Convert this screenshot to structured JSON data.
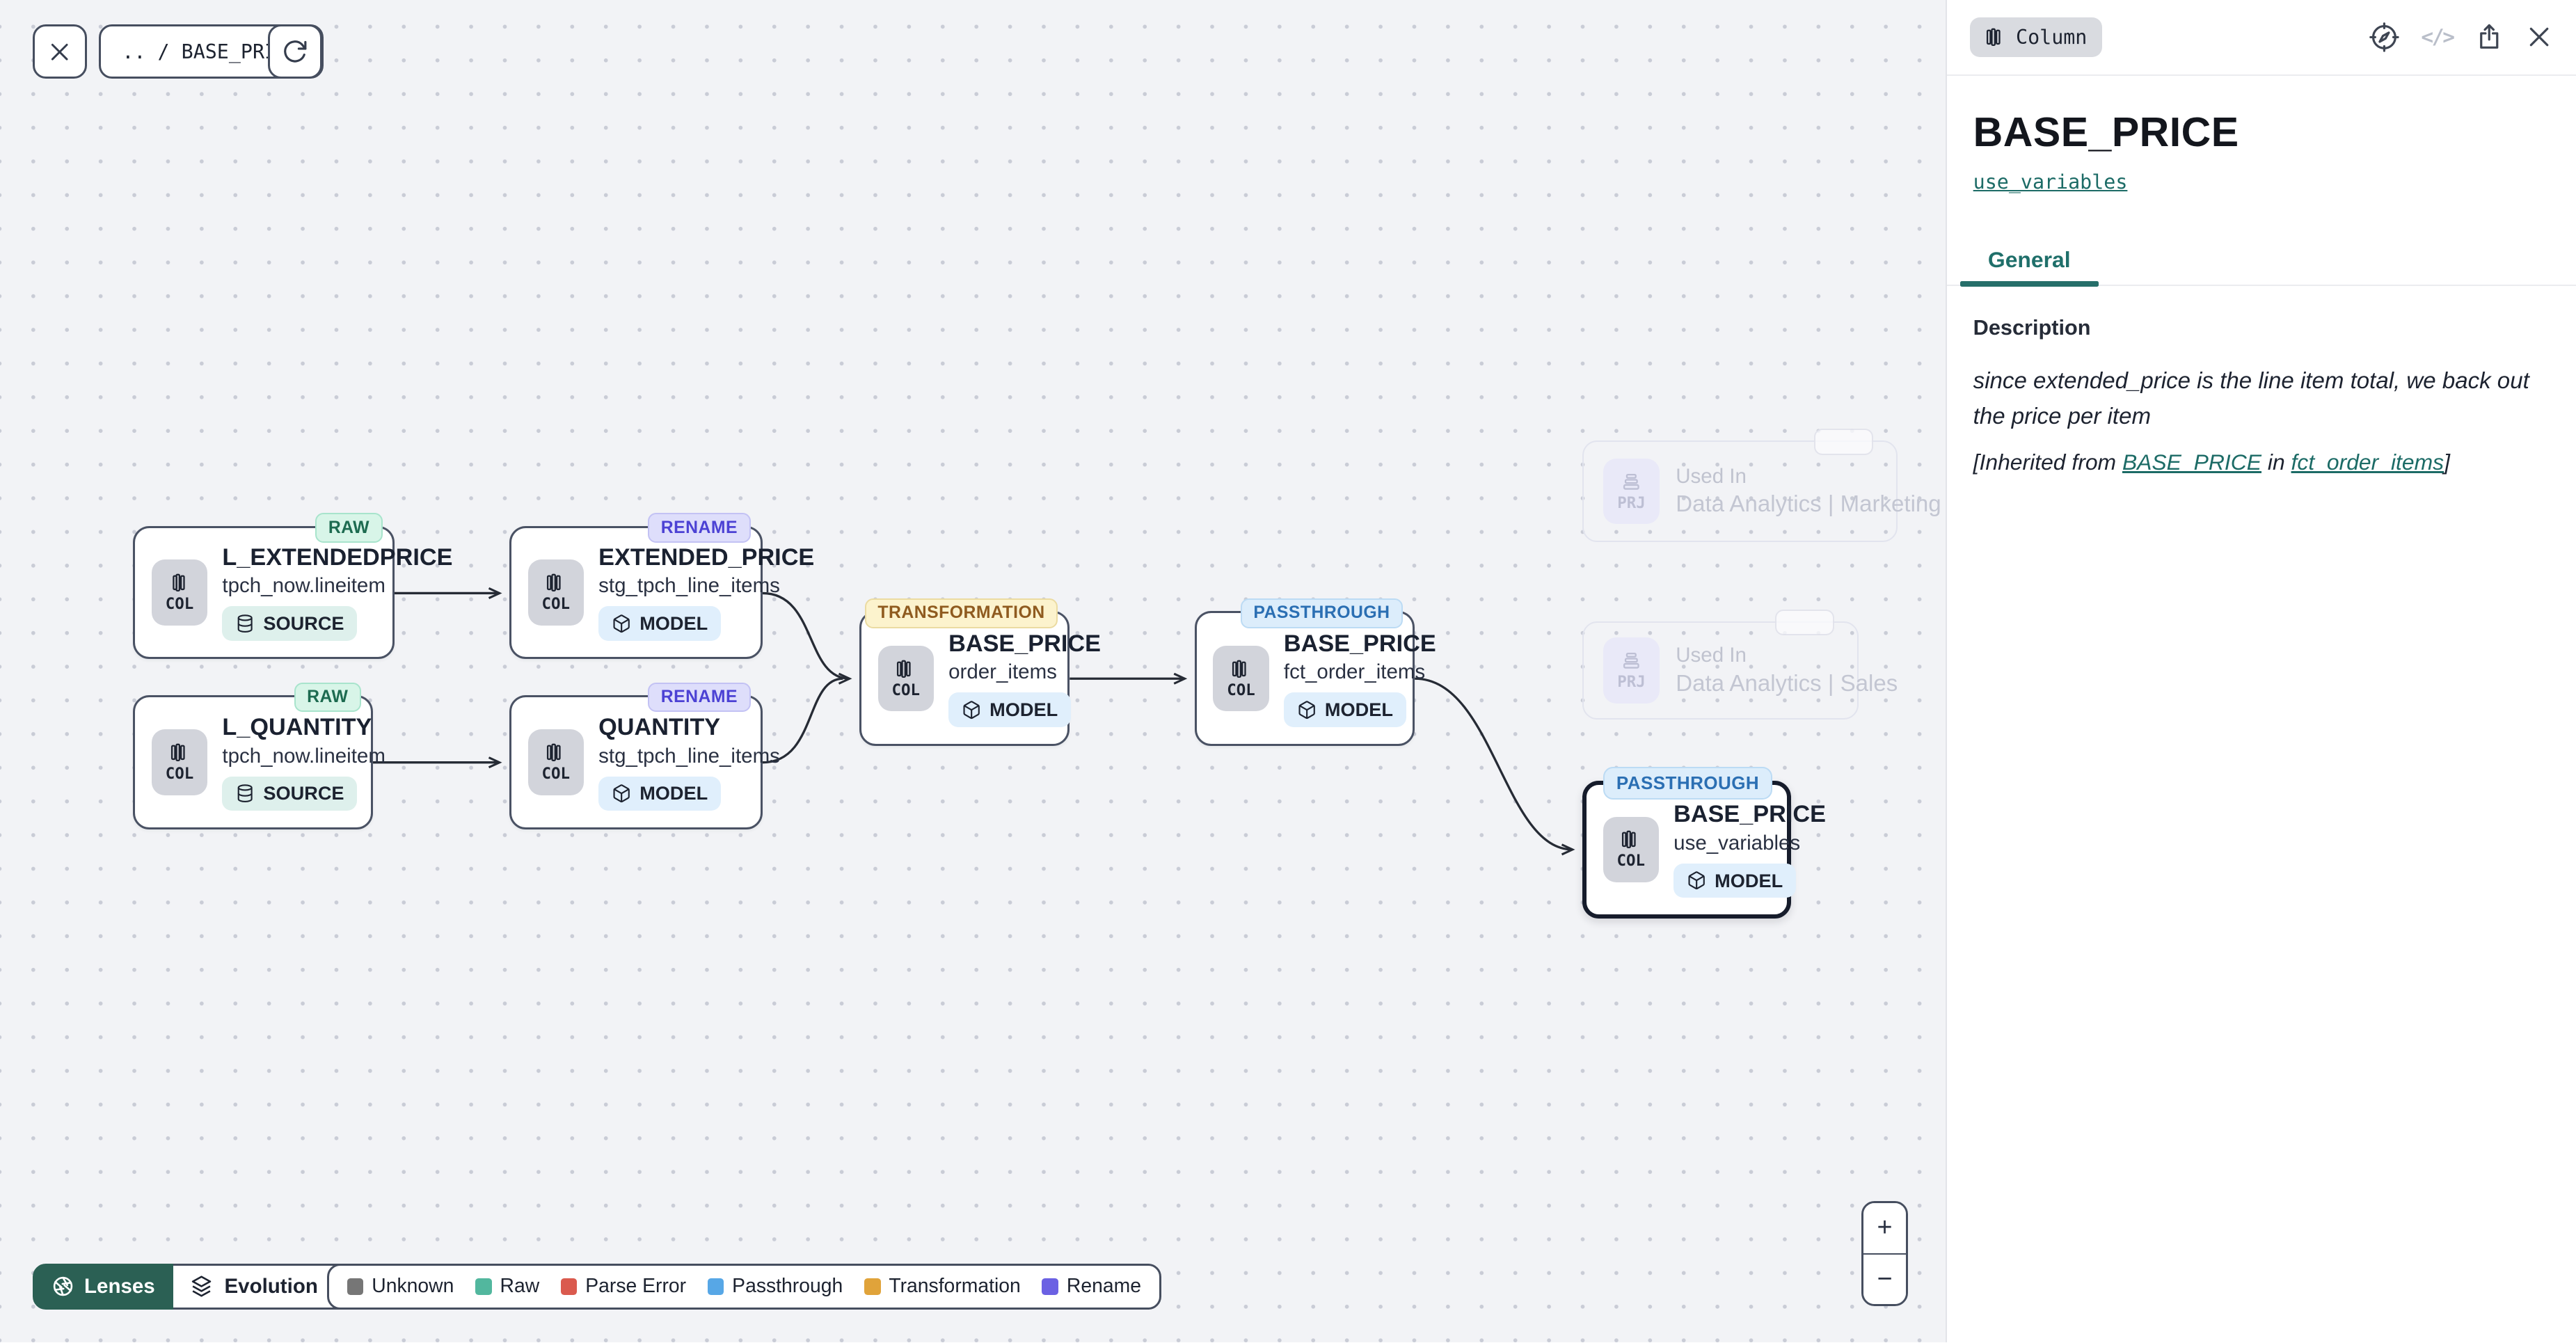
{
  "toolbar": {
    "breadcrumb": ".. / BASE_PRICE"
  },
  "canvas": {
    "nodes": [
      {
        "badge": "RAW",
        "entity_chip": "COL",
        "title": "L_EXTENDEDPRICE",
        "subtitle": "tpch_now.lineitem",
        "type_chip": "SOURCE"
      },
      {
        "badge": "RENAME",
        "entity_chip": "COL",
        "title": "EXTENDED_PRICE",
        "subtitle": "stg_tpch_line_items",
        "type_chip": "MODEL"
      },
      {
        "badge": "RAW",
        "entity_chip": "COL",
        "title": "L_QUANTITY",
        "subtitle": "tpch_now.lineitem",
        "type_chip": "SOURCE"
      },
      {
        "badge": "RENAME",
        "entity_chip": "COL",
        "title": "QUANTITY",
        "subtitle": "stg_tpch_line_items",
        "type_chip": "MODEL"
      },
      {
        "badge": "TRANSFORMATION",
        "entity_chip": "COL",
        "title": "BASE_PRICE",
        "subtitle": "order_items",
        "type_chip": "MODEL"
      },
      {
        "badge": "PASSTHROUGH",
        "entity_chip": "COL",
        "title": "BASE_PRICE",
        "subtitle": "fct_order_items",
        "type_chip": "MODEL"
      },
      {
        "badge": "PASSTHROUGH",
        "entity_chip": "COL",
        "title": "BASE_PRICE",
        "subtitle": "use_variables",
        "type_chip": "MODEL"
      }
    ],
    "used_in_cards": [
      {
        "chip": "PRJ",
        "label": "Used In",
        "value": "Data Analytics | Marketing"
      },
      {
        "chip": "PRJ",
        "label": "Used In",
        "value": "Data Analytics | Sales"
      }
    ]
  },
  "footer": {
    "lenses_label": "Lenses",
    "lens_selected": "Evolution",
    "legend": [
      {
        "label": "Unknown",
        "color": "#767676"
      },
      {
        "label": "Raw",
        "color": "#52B79E"
      },
      {
        "label": "Parse Error",
        "color": "#DA5A4E"
      },
      {
        "label": "Passthrough",
        "color": "#57A7E6"
      },
      {
        "label": "Transformation",
        "color": "#E0A33A"
      },
      {
        "label": "Rename",
        "color": "#6B61E3"
      }
    ]
  },
  "zoom_controls": {
    "zoom_in": "+",
    "zoom_out": "−"
  },
  "panel": {
    "type_badge": "Column",
    "title": "BASE_PRICE",
    "subtitle_link": "use_variables",
    "tabs": [
      {
        "label": "General"
      }
    ],
    "section_label": "Description",
    "description": "since extended_price is the line item total, we back out the price per item",
    "inherited": {
      "prefix": "[Inherited from ",
      "link1": "BASE_PRICE",
      "mid": " in ",
      "link2": "fct_order_items",
      "suffix": "]"
    }
  },
  "colors": {
    "accent_teal": "#266F6A",
    "edge": "#262B35"
  }
}
